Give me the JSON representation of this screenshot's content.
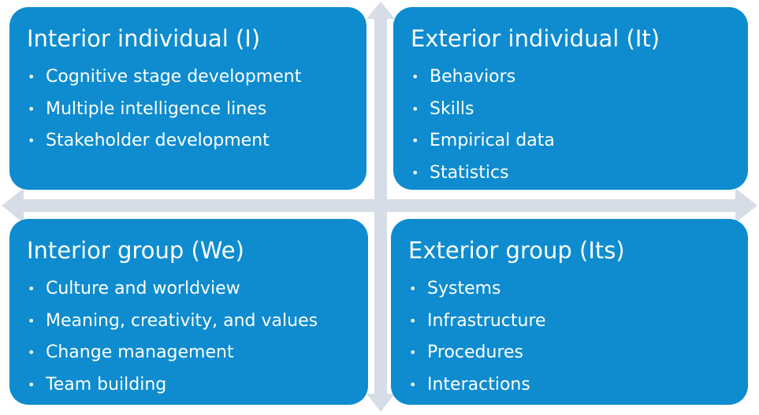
{
  "colors": {
    "quadrant_fill": "#0e8ccf",
    "axis_arrow": "#d6dde7",
    "text": "#ffffff"
  },
  "quadrants": {
    "interior_individual": {
      "title": "Interior individual (I)",
      "items": [
        "Cognitive stage development",
        "Multiple intelligence lines",
        "Stakeholder development"
      ]
    },
    "exterior_individual": {
      "title": "Exterior individual (It)",
      "items": [
        "Behaviors",
        "Skills",
        "Empirical data",
        "Statistics"
      ]
    },
    "interior_group": {
      "title": "Interior group (We)",
      "items": [
        "Culture and worldview",
        "Meaning, creativity, and values",
        "Change management",
        "Team building"
      ]
    },
    "exterior_group": {
      "title": "Exterior group (Its)",
      "items": [
        "Systems",
        "Infrastructure",
        "Procedures",
        "Interactions"
      ]
    }
  }
}
